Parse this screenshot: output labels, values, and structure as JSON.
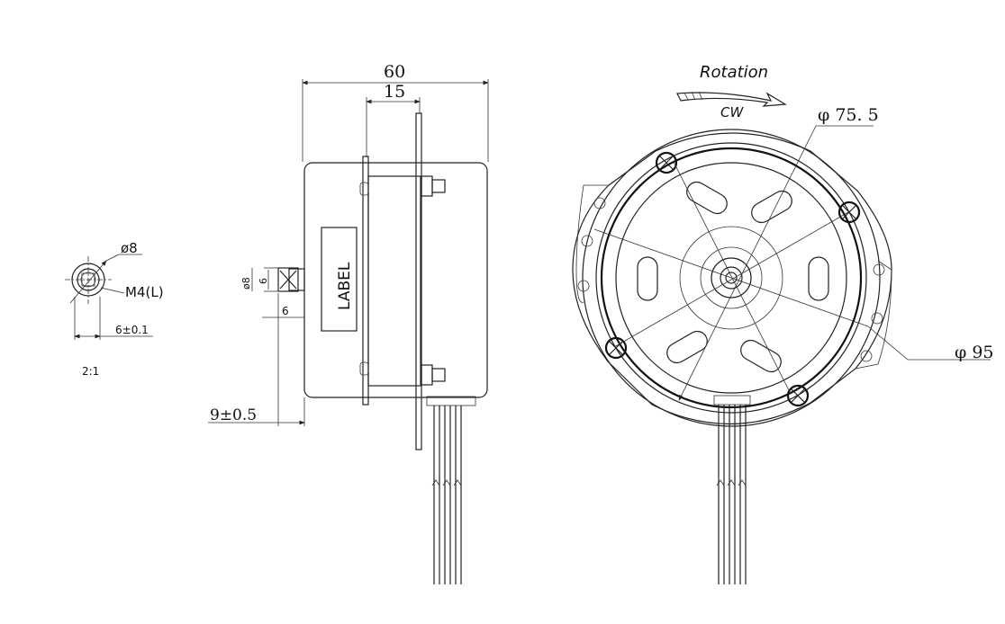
{
  "side_view": {
    "dim_overall": "60",
    "dim_body": "15",
    "dim_shaft_dia": "ø8",
    "dim_shaft_flat": "6",
    "dim_shaft_len": "6",
    "dim_offset": "9±0.5",
    "label_text": "LABEL"
  },
  "detail_view": {
    "dia": "ø8",
    "thread": "M4(L)",
    "width": "6±0.1",
    "scale": "2:1"
  },
  "front_view": {
    "rotation_title": "Rotation",
    "rotation_dir": "CW",
    "dia_inner": "φ 75. 5",
    "dia_outer": "φ 95"
  },
  "colors": {
    "line": "#222222",
    "background": "#ffffff"
  }
}
